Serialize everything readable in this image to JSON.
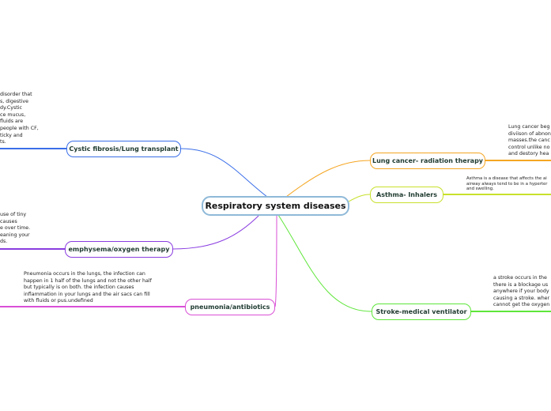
{
  "center": {
    "label": "Respiratory system diseases"
  },
  "colors": {
    "cystic": "#3a6ee8",
    "emphysema": "#8a3de0",
    "pneumonia": "#d94fd6",
    "lung_cancer": "#f5a623",
    "asthma": "#c8e02a",
    "stroke": "#5ee63a",
    "center_border": "#8fb9d8"
  },
  "topics": {
    "cystic": {
      "label": "Cystic fibrosis/Lung transplant",
      "note": [
        "disorder that",
        "s, digestive",
        "dy.Cystic",
        "ce mucus,",
        "fluids are",
        "people with CF,",
        "ticky and",
        "ts."
      ]
    },
    "emphysema": {
      "label": "emphysema/oxygen therapy",
      "note": [
        "use of tiny",
        "causes",
        "e over time.",
        "eaning your",
        "ds."
      ]
    },
    "pneumonia": {
      "label": "pneumonia/antibiotics",
      "note": [
        "Pneumonia occurs in the lungs, the infection can",
        "happen in 1 half of the lungs and not the other half",
        "but typically is on both. the infection causes",
        "inflammation in your lungs and the air sacs can fill",
        "with fluids or pus.undefined"
      ]
    },
    "lung_cancer": {
      "label": "Lung cancer- radiation therapy",
      "note": [
        "Lung cancer beg",
        "diviison of abnon",
        "masses.the canc",
        "control unlike no",
        "and destory hea"
      ]
    },
    "asthma": {
      "label": "Asthma- Inhalers",
      "note": [
        "Asthma is a disease that affects the ai",
        "airway always tend to be in a hyperter",
        "and swelling."
      ]
    },
    "stroke": {
      "label": "Stroke-medical ventilator",
      "note": [
        "a stroke occurs in the",
        "there is a blockage us",
        "anywhere if your body",
        "causing a stroke. wher",
        "cannot get the oxygen"
      ]
    }
  }
}
